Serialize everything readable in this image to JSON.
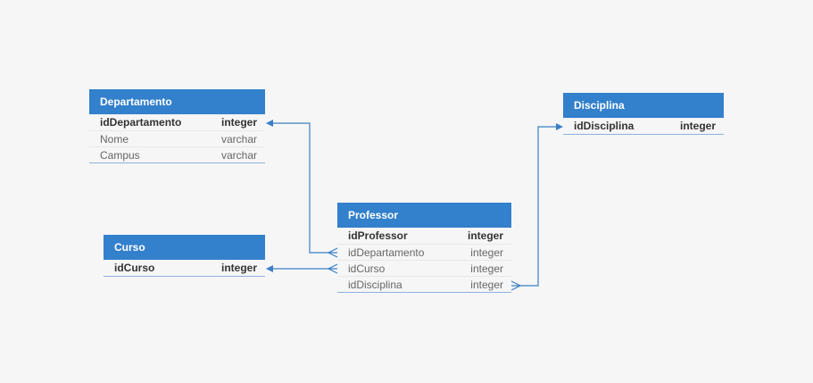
{
  "colors": {
    "header_bg": "#3380cc",
    "header_text": "#ffffff",
    "link": "#3b7fc4",
    "background": "#f6f6f6"
  },
  "tables": {
    "departamento": {
      "title": "Departamento",
      "columns": [
        {
          "name": "idDepartamento",
          "type": "integer",
          "pk": true
        },
        {
          "name": "Nome",
          "type": "varchar",
          "pk": false
        },
        {
          "name": "Campus",
          "type": "varchar",
          "pk": false
        }
      ]
    },
    "curso": {
      "title": "Curso",
      "columns": [
        {
          "name": "idCurso",
          "type": "integer",
          "pk": true
        }
      ]
    },
    "professor": {
      "title": "Professor",
      "columns": [
        {
          "name": "idProfessor",
          "type": "integer",
          "pk": true
        },
        {
          "name": "idDepartamento",
          "type": "integer",
          "pk": false
        },
        {
          "name": "idCurso",
          "type": "integer",
          "pk": false
        },
        {
          "name": "idDisciplina",
          "type": "integer",
          "pk": false
        }
      ]
    },
    "disciplina": {
      "title": "Disciplina",
      "columns": [
        {
          "name": "idDisciplina",
          "type": "integer",
          "pk": true
        }
      ]
    }
  },
  "relationships": [
    {
      "from": "professor.idDepartamento",
      "to": "departamento.idDepartamento",
      "cardinality": "many-to-one"
    },
    {
      "from": "professor.idCurso",
      "to": "curso.idCurso",
      "cardinality": "many-to-one"
    },
    {
      "from": "professor.idDisciplina",
      "to": "disciplina.idDisciplina",
      "cardinality": "many-to-one"
    }
  ]
}
